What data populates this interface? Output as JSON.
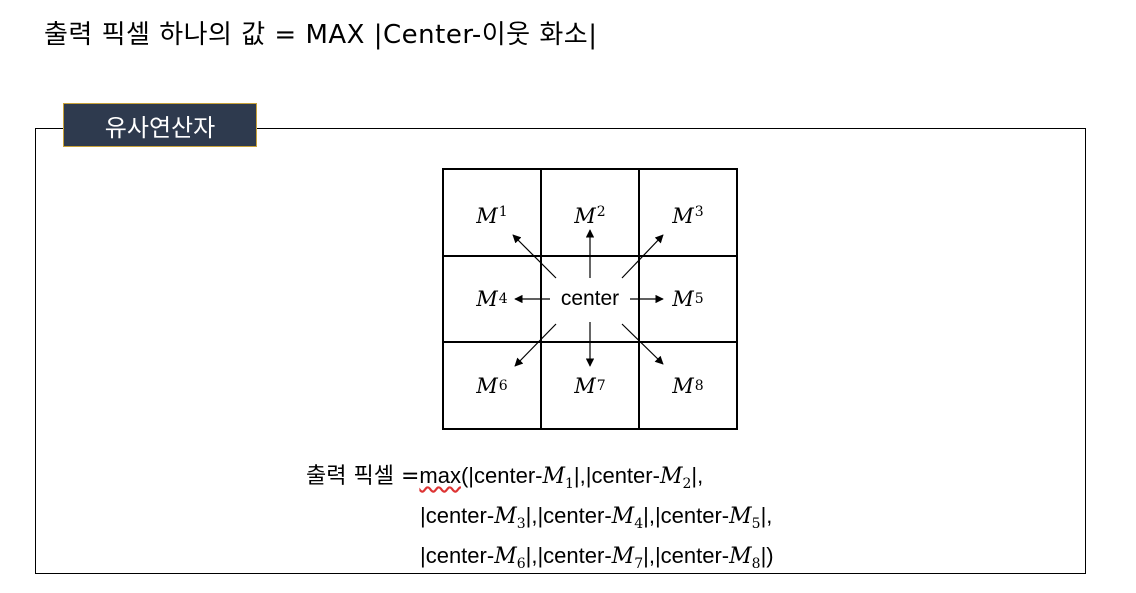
{
  "header": {
    "title": "출력 픽셀 하나의 값 = MAX |Center-이웃 화소|"
  },
  "section": {
    "tag": "유사연산자"
  },
  "grid": {
    "center": "center",
    "cells": [
      {
        "sym": "M",
        "sub": "1"
      },
      {
        "sym": "M",
        "sub": "2"
      },
      {
        "sym": "M",
        "sub": "3"
      },
      {
        "sym": "M",
        "sub": "4"
      },
      {
        "sym": "M",
        "sub": "5"
      },
      {
        "sym": "M",
        "sub": "6"
      },
      {
        "sym": "M",
        "sub": "7"
      },
      {
        "sym": "M",
        "sub": "8"
      }
    ]
  },
  "formula": {
    "lhs": "출력 픽셀 =",
    "fn": "max",
    "open": "(",
    "term": "|center-",
    "sep": "|,",
    "close": "|)",
    "trail": "|,"
  }
}
